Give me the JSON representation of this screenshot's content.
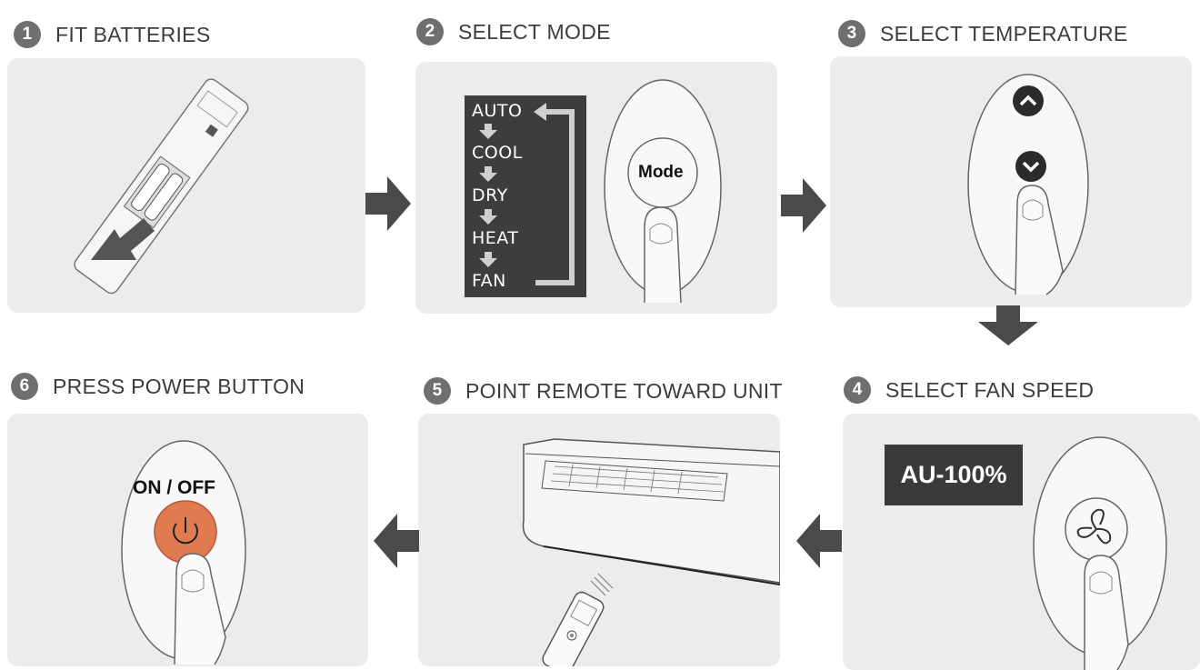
{
  "steps": [
    {
      "number": "1",
      "title": "FIT BATTERIES"
    },
    {
      "number": "2",
      "title": "SELECT MODE"
    },
    {
      "number": "3",
      "title": "SELECT TEMPERATURE"
    },
    {
      "number": "4",
      "title": "SELECT FAN SPEED"
    },
    {
      "number": "5",
      "title": "POINT REMOTE TOWARD UNIT"
    },
    {
      "number": "6",
      "title": "PRESS POWER BUTTON"
    }
  ],
  "mode": {
    "items": [
      "AUTO",
      "COOL",
      "DRY",
      "HEAT",
      "FAN"
    ],
    "button_label": "Mode"
  },
  "power": {
    "button_label": "ON / OFF",
    "button_color": "#e07a4f"
  },
  "fan_speed": {
    "display": "AU-100%"
  },
  "icons": [
    "up-arrow-icon",
    "down-arrow-icon",
    "fan-icon",
    "power-icon",
    "finger-icon",
    "flow-arrow-icon"
  ],
  "colors": {
    "panel": "#ececec",
    "dark": "#3d3d3d",
    "badge": "#6f6f6f",
    "power_button": "#e07a4f"
  }
}
